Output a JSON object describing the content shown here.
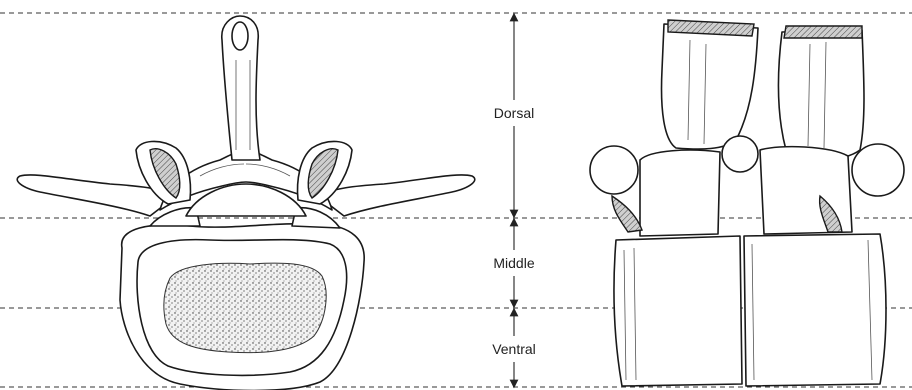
{
  "zones": {
    "dorsal": "Dorsal",
    "middle": "Middle",
    "ventral": "Ventral"
  },
  "colors": {
    "ink": "#1a1a1a",
    "guide": "#333333",
    "background": "#ffffff"
  }
}
